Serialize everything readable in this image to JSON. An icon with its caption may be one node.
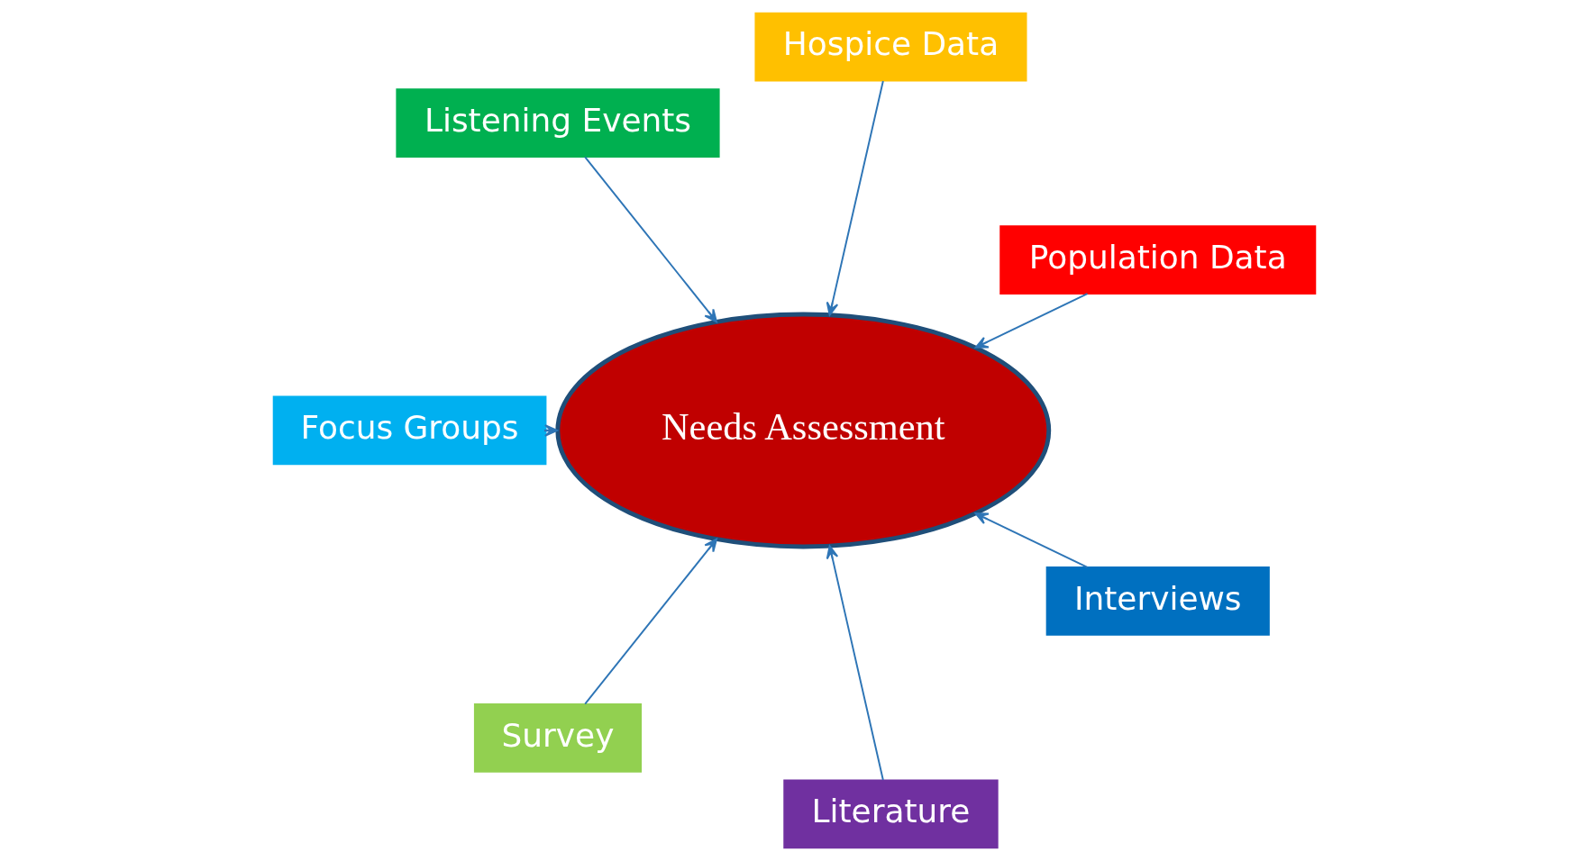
{
  "diagram": {
    "nodes": [
      {
        "text": [
          "Population Data"
        ]
      },
      {
        "text": [
          "Hospice Data"
        ]
      },
      {
        "text": [
          "Listening Events"
        ]
      },
      {
        "text": [
          "Needs Assessment"
        ]
      },
      {
        "text": [
          "Focus Groups"
        ]
      },
      {
        "text": [
          "Survey"
        ]
      },
      {
        "text": [
          "Literature"
        ]
      },
      {
        "text": [
          "Interviews"
        ]
      }
    ],
    "edges": [
      {
        "from": 0,
        "to": 3,
        "arrow": "to"
      },
      {
        "from": 1,
        "to": 3,
        "arrow": "to"
      },
      {
        "from": 2,
        "to": 3,
        "arrow": "to"
      },
      {
        "from": 4,
        "to": 3,
        "arrow": "to"
      },
      {
        "from": 5,
        "to": 3,
        "arrow": "to"
      },
      {
        "from": 6,
        "to": 3,
        "arrow": "to"
      },
      {
        "from": 7,
        "to": 3,
        "arrow": "to"
      }
    ]
  }
}
